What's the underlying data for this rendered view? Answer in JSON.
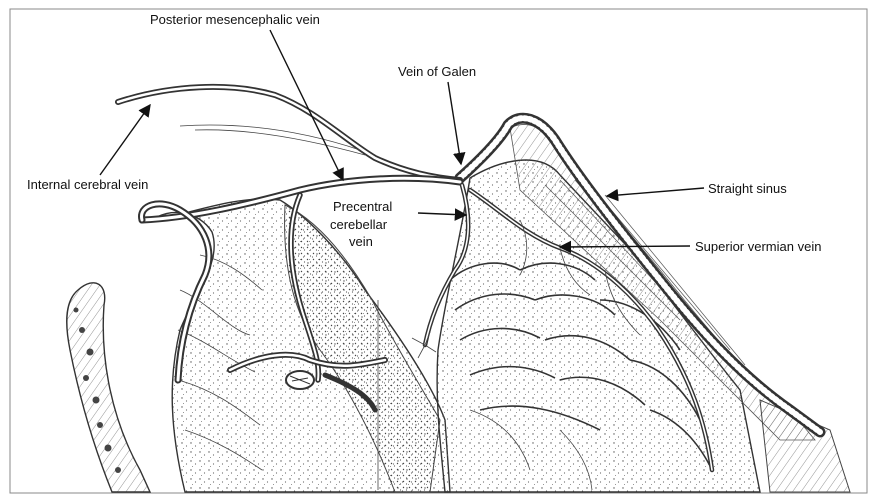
{
  "figure": {
    "labels": {
      "posterior_mesencephalic": "Posterior mesencephalic vein",
      "vein_of_galen": "Vein of Galen",
      "internal_cerebral": "Internal cerebral vein",
      "straight_sinus": "Straight sinus",
      "precentral_1": "Precentral",
      "precentral_2": "cerebellar",
      "precentral_3": "vein",
      "superior_vermian": "Superior vermian vein"
    }
  }
}
